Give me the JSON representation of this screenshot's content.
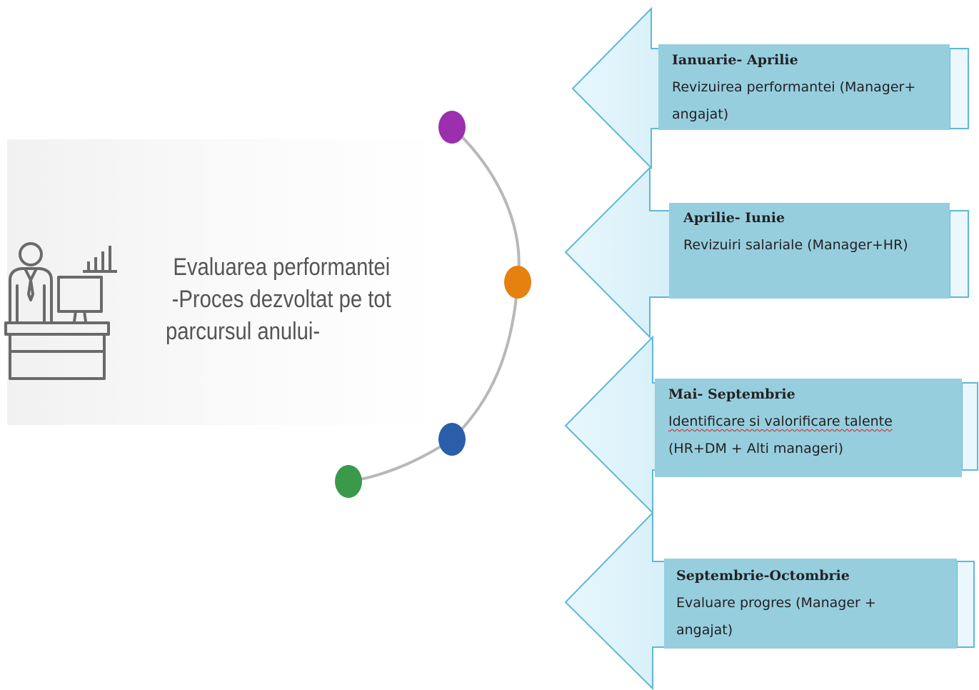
{
  "title": {
    "line1": "Evaluarea performantei",
    "line2": "-Proces dezvoltat pe tot",
    "line3": "parcursul anului-"
  },
  "icons": {
    "person_at_desk": "person-at-desk-icon",
    "bar_chart": "bar-chart-icon"
  },
  "milestones": [
    {
      "color": "#9b2fae",
      "name": "purple"
    },
    {
      "color": "#e6800e",
      "name": "orange"
    },
    {
      "color": "#2b5ea8",
      "name": "blue"
    },
    {
      "color": "#3b9a4a",
      "name": "green"
    }
  ],
  "stages": [
    {
      "period": "Ianuarie- Aprilie",
      "description": "Revizuirea performantei (Manager+ angajat)"
    },
    {
      "period": "Aprilie- Iunie",
      "description": "Revizuiri salariale (Manager+HR)"
    },
    {
      "period": "Mai- Septembrie",
      "description_line1": "Identificare si valorificare talente",
      "description_line2": "(HR+DM + Alti manageri)"
    },
    {
      "period": "Septembrie-Octombrie",
      "description": "Evaluare progres (Manager + angajat)"
    }
  ],
  "colors": {
    "box": "#97cede",
    "arrow_light": "#e6f6fc",
    "arrow_dark": "#8fcde2",
    "border": "#5fb8d6",
    "arc": "#b8b8b8",
    "icon": "#6a6a6a"
  }
}
